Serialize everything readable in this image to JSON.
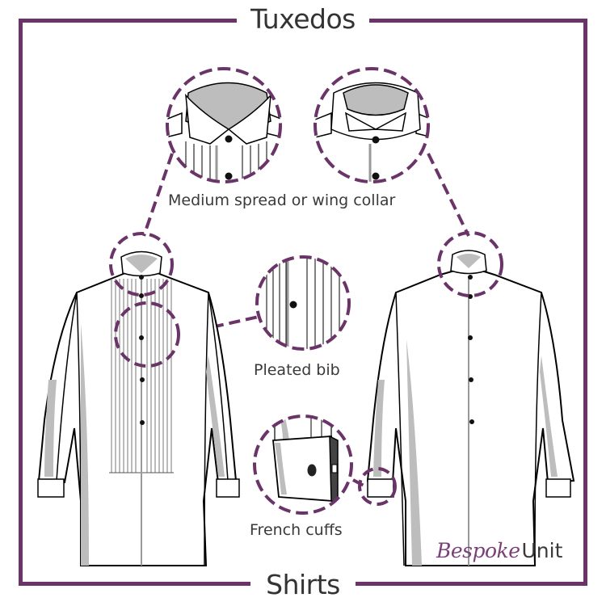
{
  "header": {
    "title": "Tuxedos"
  },
  "footer": {
    "title": "Shirts"
  },
  "labels": {
    "collar": "Medium spread or wing collar",
    "bib": "Pleated bib",
    "cuffs": "French cuffs"
  },
  "brand": {
    "script": "Bespoke",
    "plain": "Unit"
  },
  "colors": {
    "accent": "#6b3468",
    "text": "#333333",
    "shading": "#bdbdbd",
    "outline": "#000000"
  },
  "illustrations": {
    "left_shirt": "Tuxedo shirt with medium spread collar and pleated bib",
    "right_shirt": "Tuxedo shirt with wing collar",
    "callouts": [
      "medium-spread-collar",
      "wing-collar",
      "pleated-bib",
      "french-cuff"
    ]
  }
}
